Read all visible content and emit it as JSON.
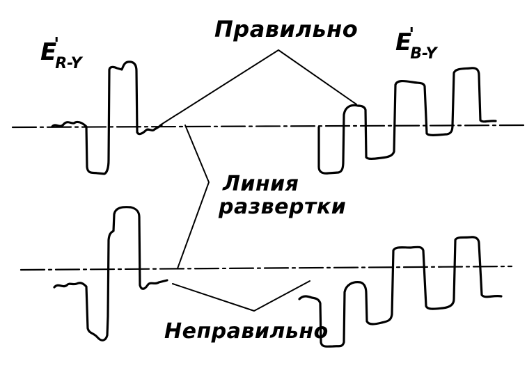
{
  "labels": {
    "correct": "Правильно",
    "incorrect": "Неправильно",
    "scan_line_1": "Линия",
    "scan_line_2": "развертки"
  },
  "signals": {
    "r_y": {
      "main": "E",
      "prime": "'",
      "sub": "R-Y"
    },
    "b_y": {
      "main": "E",
      "prime": "'",
      "sub": "B-Y"
    }
  }
}
